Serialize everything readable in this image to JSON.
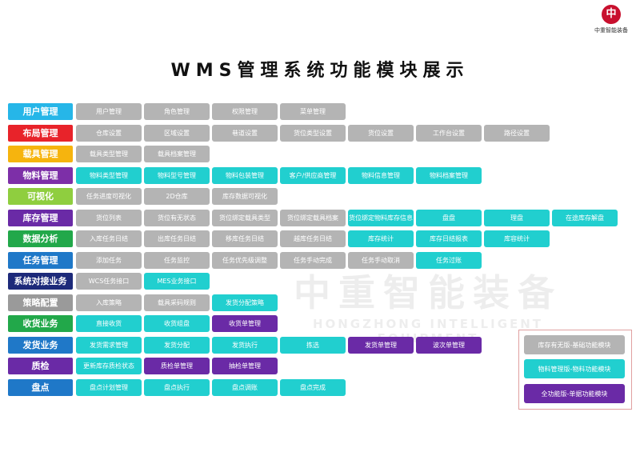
{
  "logo": {
    "mark": "中",
    "text": "中重智能装备"
  },
  "title": "WMS管理系统功能模块展示",
  "watermark": {
    "cn": "中重智能装备",
    "en": "HONGZHONG INTELLIGENT EQUIPMENT"
  },
  "colors": {
    "gray": "#b4b4b4",
    "teal": "#21cfcf",
    "purple": "#6a2aa6"
  },
  "rows": [
    {
      "category": "用户管理",
      "color": "#26b6e8",
      "modules": [
        {
          "label": "用户管理",
          "style": "g"
        },
        {
          "label": "角色管理",
          "style": "g"
        },
        {
          "label": "权限管理",
          "style": "g"
        },
        {
          "label": "菜单管理",
          "style": "g"
        }
      ]
    },
    {
      "category": "布局管理",
      "color": "#e8232a",
      "modules": [
        {
          "label": "仓库设置",
          "style": "g"
        },
        {
          "label": "区域设置",
          "style": "g"
        },
        {
          "label": "巷道设置",
          "style": "g"
        },
        {
          "label": "货位类型设置",
          "style": "g"
        },
        {
          "label": "货位设置",
          "style": "g"
        },
        {
          "label": "工作台设置",
          "style": "g"
        },
        {
          "label": "路径设置",
          "style": "g"
        }
      ]
    },
    {
      "category": "载具管理",
      "color": "#f6b40e",
      "modules": [
        {
          "label": "载具类型管理",
          "style": "g"
        },
        {
          "label": "载具档案管理",
          "style": "g"
        }
      ]
    },
    {
      "category": "物料管理",
      "color": "#7d2fa8",
      "modules": [
        {
          "label": "物料类型管理",
          "style": "t"
        },
        {
          "label": "物料型号管理",
          "style": "t"
        },
        {
          "label": "物料包装管理",
          "style": "t"
        },
        {
          "label": "客户/供应商管理",
          "style": "t"
        },
        {
          "label": "物料信息管理",
          "style": "t"
        },
        {
          "label": "物料档案管理",
          "style": "t"
        }
      ]
    },
    {
      "category": "可视化",
      "color": "#8fce3f",
      "modules": [
        {
          "label": "任务进度可视化",
          "style": "g"
        },
        {
          "label": "2D仓库",
          "style": "g"
        },
        {
          "label": "库存数据可视化",
          "style": "g"
        }
      ]
    },
    {
      "category": "库存管理",
      "color": "#6a2aa6",
      "modules": [
        {
          "label": "货位列表",
          "style": "g"
        },
        {
          "label": "货位有无状态",
          "style": "g"
        },
        {
          "label": "货位绑定载具类型",
          "style": "g"
        },
        {
          "label": "货位绑定载具档案",
          "style": "g"
        },
        {
          "label": "货位绑定物料库存信息",
          "style": "t"
        },
        {
          "label": "盘盘",
          "style": "t"
        },
        {
          "label": "理盘",
          "style": "t"
        },
        {
          "label": "在途库存解盘",
          "style": "t"
        }
      ]
    },
    {
      "category": "数据分析",
      "color": "#22a84a",
      "modules": [
        {
          "label": "入库任务日结",
          "style": "g"
        },
        {
          "label": "出库任务日结",
          "style": "g"
        },
        {
          "label": "移库任务日结",
          "style": "g"
        },
        {
          "label": "越库任务日结",
          "style": "g"
        },
        {
          "label": "库存统计",
          "style": "t"
        },
        {
          "label": "库存日结报表",
          "style": "t"
        },
        {
          "label": "库容统计",
          "style": "t"
        }
      ]
    },
    {
      "category": "任务管理",
      "color": "#1f78c8",
      "modules": [
        {
          "label": "添加任务",
          "style": "g"
        },
        {
          "label": "任务监控",
          "style": "g"
        },
        {
          "label": "任务优先级调整",
          "style": "g"
        },
        {
          "label": "任务手动完成",
          "style": "g"
        },
        {
          "label": "任务手动取消",
          "style": "g"
        },
        {
          "label": "任务过账",
          "style": "t"
        }
      ]
    },
    {
      "category": "系统对接业务",
      "color": "#1d2a7a",
      "modules": [
        {
          "label": "WCS任务接口",
          "style": "g"
        },
        {
          "label": "MES业务接口",
          "style": "t"
        }
      ]
    },
    {
      "category": "策略配置",
      "color": "#9a9a9a",
      "modules": [
        {
          "label": "入库策略",
          "style": "g"
        },
        {
          "label": "载具采码规则",
          "style": "g"
        },
        {
          "label": "发货分配策略",
          "style": "t"
        }
      ]
    },
    {
      "category": "收货业务",
      "color": "#22a84a",
      "modules": [
        {
          "label": "直接收货",
          "style": "t"
        },
        {
          "label": "收货组盘",
          "style": "t"
        },
        {
          "label": "收货单管理",
          "style": "p"
        }
      ]
    },
    {
      "category": "发货业务",
      "color": "#1f78c8",
      "modules": [
        {
          "label": "发货需求管理",
          "style": "t"
        },
        {
          "label": "发货分配",
          "style": "t"
        },
        {
          "label": "发货执行",
          "style": "t"
        },
        {
          "label": "拣选",
          "style": "t"
        },
        {
          "label": "发货单管理",
          "style": "p"
        },
        {
          "label": "波次单管理",
          "style": "p"
        }
      ]
    },
    {
      "category": "质检",
      "color": "#6a2aa6",
      "modules": [
        {
          "label": "更新库存质检状态",
          "style": "t"
        },
        {
          "label": "质检单管理",
          "style": "p"
        },
        {
          "label": "抽检单管理",
          "style": "p"
        }
      ]
    },
    {
      "category": "盘点",
      "color": "#1f78c8",
      "modules": [
        {
          "label": "盘点计划管理",
          "style": "t"
        },
        {
          "label": "盘点执行",
          "style": "t"
        },
        {
          "label": "盘点调账",
          "style": "t"
        },
        {
          "label": "盘点完成",
          "style": "t"
        }
      ]
    }
  ],
  "legend": [
    {
      "label": "库存有无版-基础功能模块",
      "style": "g"
    },
    {
      "label": "物料管理版-物料功能模块",
      "style": "t"
    },
    {
      "label": "全功能版-单据功能模块",
      "style": "p"
    }
  ]
}
